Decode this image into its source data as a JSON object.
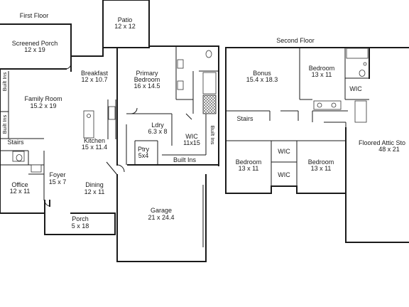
{
  "floors": [
    {
      "title": "First Floor",
      "rooms": [
        {
          "id": "patio",
          "name": "Patio",
          "size": "12 x 12"
        },
        {
          "id": "screened-porch",
          "name": "Screened Porch",
          "size": "12 x 19"
        },
        {
          "id": "breakfast",
          "name": "Breakfast",
          "size": "12 x 10.7"
        },
        {
          "id": "primary-bedroom",
          "name": "Primary\nBedroom",
          "size": "16 x 14.5"
        },
        {
          "id": "family-room",
          "name": "Family Room",
          "size": "15.2 x 19"
        },
        {
          "id": "laundry",
          "name": "Ldry",
          "size": "6.3 x 8"
        },
        {
          "id": "wic-first",
          "name": "WIC",
          "size": "11x15"
        },
        {
          "id": "pantry",
          "name": "Ptry",
          "size": "5x4"
        },
        {
          "id": "kitchen",
          "name": "Kitchen",
          "size": "15 x 11.4"
        },
        {
          "id": "stairs-first",
          "name": "Stairs",
          "size": ""
        },
        {
          "id": "foyer",
          "name": "Foyer",
          "size": "15 x 7"
        },
        {
          "id": "office",
          "name": "Office",
          "size": "12 x 11"
        },
        {
          "id": "dining",
          "name": "Dining",
          "size": "12 x 11"
        },
        {
          "id": "garage",
          "name": "Garage",
          "size": "21 x 24.4"
        },
        {
          "id": "porch",
          "name": "Porch",
          "size": "5 x 18"
        }
      ],
      "built_ins": [
        "Built Ins",
        "Built Ins",
        "Built Ins",
        "Built Ins"
      ]
    },
    {
      "title": "Second Floor",
      "rooms": [
        {
          "id": "bonus",
          "name": "Bonus",
          "size": "15.4 x 18.3"
        },
        {
          "id": "bedroom-upper-right",
          "name": "Bedroom",
          "size": "13 x 11"
        },
        {
          "id": "wic-upper",
          "name": "WIC",
          "size": ""
        },
        {
          "id": "stairs-second",
          "name": "Stairs",
          "size": ""
        },
        {
          "id": "floored-attic",
          "name": "Floored Attic Sto",
          "size": "48 x 21"
        },
        {
          "id": "bedroom-lower-left",
          "name": "Bedroom",
          "size": "13 x 11"
        },
        {
          "id": "wic-middle-a",
          "name": "WIC",
          "size": ""
        },
        {
          "id": "wic-middle-b",
          "name": "WIC",
          "size": ""
        },
        {
          "id": "bedroom-lower-right",
          "name": "Bedroom",
          "size": "13 x 11"
        }
      ]
    }
  ]
}
